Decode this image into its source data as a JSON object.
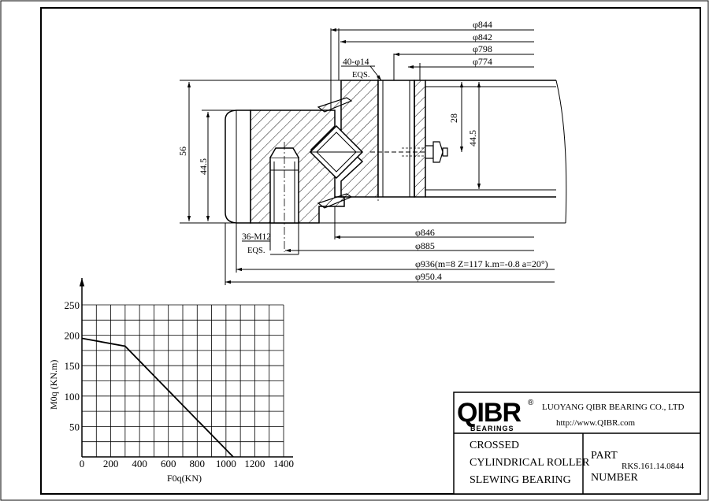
{
  "dimensions": {
    "d844": "φ844",
    "d842": "φ842",
    "d798": "φ798",
    "d774": "φ774",
    "holes_top": "40-φ14",
    "holes_top_eqs": "EQS.",
    "holes_bottom": "36-M12",
    "holes_bottom_eqs": "EQS.",
    "d846": "φ846",
    "d885": "φ885",
    "d936": "φ936(m=8 Z=117 k.m=-0.8 a=20°)",
    "d950": "φ950.4",
    "h56": "56",
    "h44_5_left": "44.5",
    "h28": "28",
    "h44_5_right": "44.5"
  },
  "title_block": {
    "brand": "QIBR",
    "brand_sub": "BEARINGS",
    "registered": "®",
    "company": "LUOYANG QIBR BEARING CO., LTD",
    "website": "http://www.QIBR.com",
    "product_line1": "CROSSED",
    "product_line2": "CYLINDRICAL ROLLER",
    "product_line3": "SLEWING BEARING",
    "part_label1": "PART",
    "part_label2": "NUMBER",
    "part_number": "RKS.161.14.0844"
  },
  "chart_data": {
    "type": "line",
    "title": "",
    "xlabel": "F0q(KN)",
    "ylabel": "M0q (KN.m)",
    "xlim": [
      0,
      1400
    ],
    "ylim": [
      0,
      250
    ],
    "x_ticks": [
      "0",
      "200",
      "400",
      "600",
      "800",
      "1000",
      "1200",
      "1400"
    ],
    "y_ticks": [
      "50",
      "100",
      "150",
      "200",
      "250"
    ],
    "grid": true,
    "series": [
      {
        "x": [
          0,
          300,
          1050
        ],
        "y": [
          195,
          182,
          0
        ]
      }
    ]
  }
}
